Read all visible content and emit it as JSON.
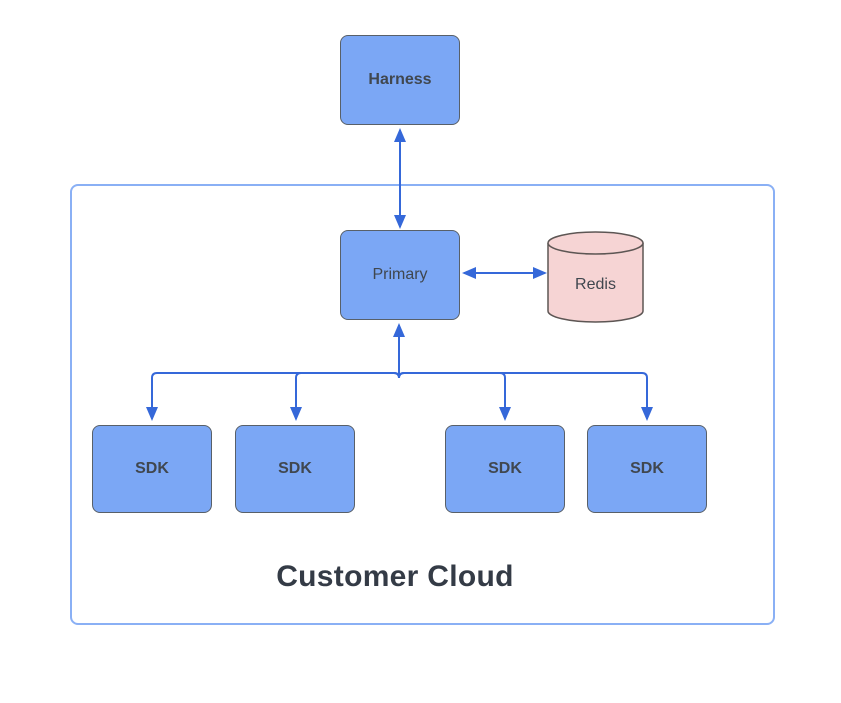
{
  "theme": {
    "canvas-bg": "#ffffff",
    "node-fill": "#7ba7f5",
    "node-border": "#586069",
    "node-text": "#40474f",
    "cylinder-fill": "#f6d4d4",
    "cylinder-border": "#5d5654",
    "container-border": "#8ab0f5",
    "connector": "#3568d9",
    "title-text": "#343b46"
  },
  "diagram": {
    "harness": {
      "label": "Harness"
    },
    "primary": {
      "label": "Primary"
    },
    "redis": {
      "label": "Redis"
    },
    "sdks": [
      {
        "label": "SDK"
      },
      {
        "label": "SDK"
      },
      {
        "label": "SDK"
      },
      {
        "label": "SDK"
      }
    ],
    "container": {
      "title": "Customer Cloud"
    }
  }
}
